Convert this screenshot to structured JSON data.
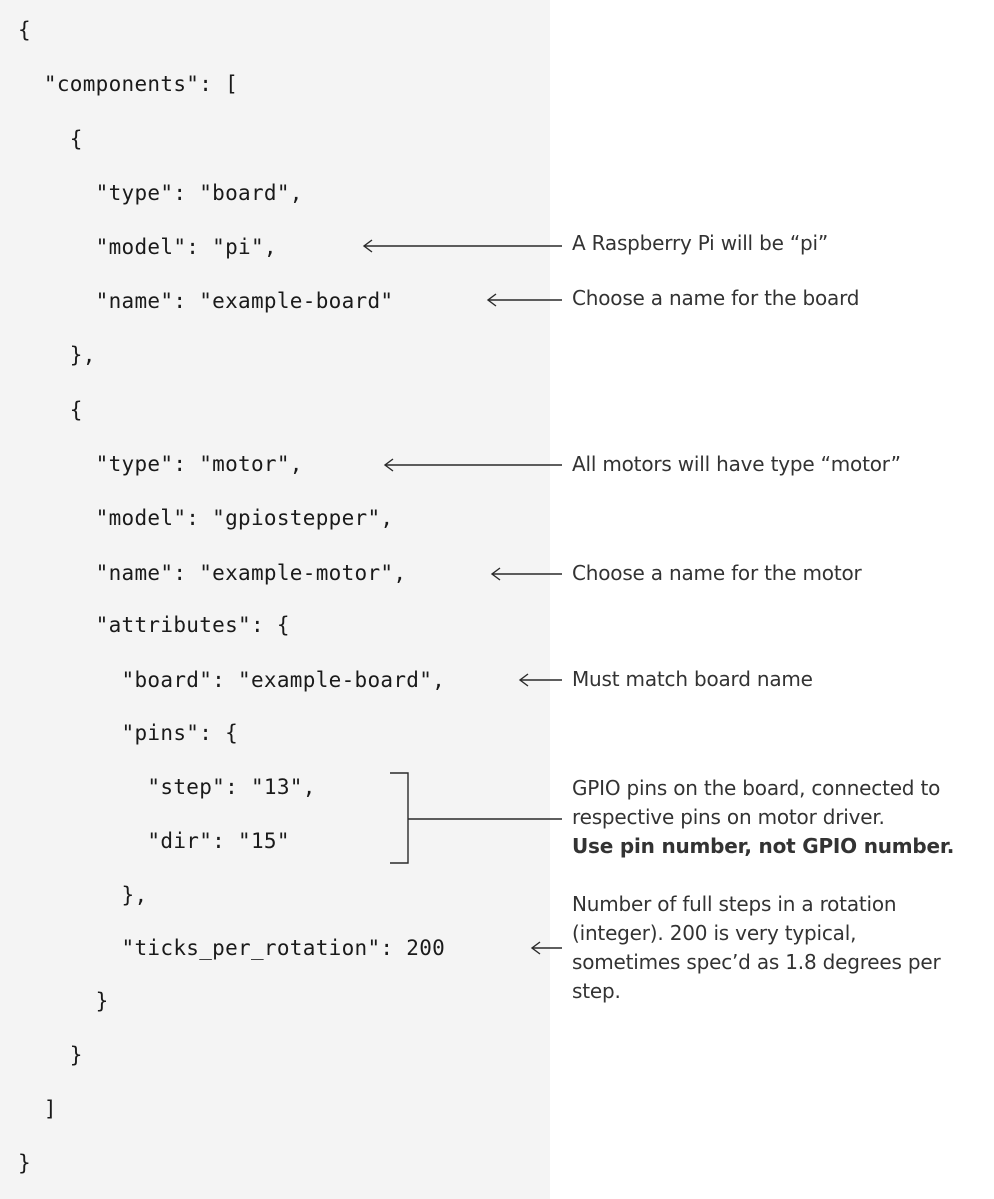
{
  "code_lines": [
    "{",
    "  \"components\": [",
    "    {",
    "      \"type\": \"board\",",
    "      \"model\": \"pi\",",
    "      \"name\": \"example-board\"",
    "    },",
    "    {",
    "      \"type\": \"motor\",",
    "      \"model\": \"gpiostepper\",",
    "      \"name\": \"example-motor\",",
    "      \"attributes\": {",
    "        \"board\": \"example-board\",",
    "        \"pins\": {",
    "          \"step\": \"13\",",
    "          \"dir\": \"15\"",
    "        },",
    "        \"ticks_per_rotation\": 200",
    "      }",
    "    }",
    "  ]",
    "}"
  ],
  "annotations": {
    "board_model": "A Raspberry Pi will be “pi”",
    "board_name": "Choose a name for the board",
    "motor_type": "All motors will have type “motor”",
    "motor_name": "Choose a name for the motor",
    "board_match": "Must match board name",
    "pins_text": "GPIO pins on the board, connected to respective pins on motor driver.",
    "pins_bold": "Use pin number, not GPIO number.",
    "ticks": "Number of full steps in a rotation (integer). 200 is very typical, sometimes spec’d as 1.8 degrees per step."
  }
}
